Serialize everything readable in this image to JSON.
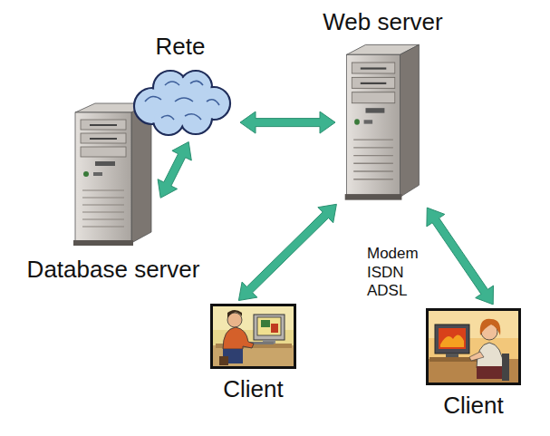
{
  "diagram": {
    "nodes": [
      {
        "text": [
          "Web server"
        ]
      },
      {
        "text": [
          "Rete"
        ]
      },
      {
        "text": [
          "Database server"
        ]
      },
      {
        "text": [
          "Client"
        ]
      },
      {
        "text": [
          "Client"
        ]
      }
    ],
    "edges": [
      {
        "from": 2,
        "to": 1,
        "arrow": "both"
      },
      {
        "from": 1,
        "to": 0,
        "arrow": "both"
      },
      {
        "from": 0,
        "to": 3,
        "arrow": "both"
      },
      {
        "from": 0,
        "to": 4,
        "arrow": "both"
      }
    ],
    "labels": [
      "Modem ISDN ADSL"
    ]
  }
}
